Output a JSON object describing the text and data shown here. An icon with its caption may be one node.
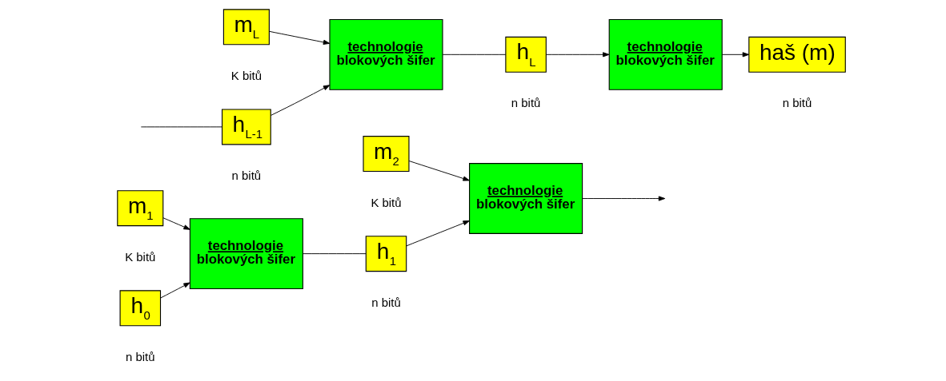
{
  "diagram": {
    "nodes": [
      {
        "text": [
          "m$_{1}$"
        ]
      },
      {
        "text": [
          "m$_{2}$"
        ]
      },
      {
        "text": [
          "m$_{L}$"
        ]
      },
      {
        "text": [
          "technologie",
          "blokových šifer"
        ]
      },
      {
        "text": [
          "technologie",
          "blokových šifer"
        ]
      },
      {
        "text": [
          "technologie",
          "blokových šifer"
        ]
      },
      {
        "text": [
          "technologie",
          "blokových šifer"
        ]
      },
      {
        "text": [
          "h$_{0}$"
        ]
      },
      {
        "text": [
          "h$_{1}$"
        ]
      },
      {
        "text": [
          "h$_{L-1}$"
        ]
      },
      {
        "text": [
          "h$_{L}$"
        ]
      },
      {
        "text": [
          "haš (m)"
        ]
      }
    ],
    "edges": [
      {
        "from": 0,
        "to": 3,
        "arrow": "to"
      },
      {
        "from": 7,
        "to": 3,
        "arrow": "to"
      },
      {
        "from": 3,
        "to": 8,
        "arrow": "none"
      },
      {
        "from": 8,
        "to": 4,
        "arrow": "to"
      },
      {
        "from": 1,
        "to": 4,
        "arrow": "to"
      },
      {
        "from": 4,
        "to": null,
        "arrow": "to"
      },
      {
        "from": null,
        "to": 9,
        "arrow": "none"
      },
      {
        "from": 9,
        "to": 5,
        "arrow": "to"
      },
      {
        "from": 2,
        "to": 5,
        "arrow": "to"
      },
      {
        "from": 5,
        "to": 10,
        "arrow": "none"
      },
      {
        "from": 10,
        "to": 6,
        "arrow": "to"
      },
      {
        "from": 6,
        "to": 11,
        "arrow": "to"
      }
    ],
    "labels": [
      "K bitů",
      "K bitů",
      "K bitů",
      "n bitů",
      "n bitů",
      "n bitů",
      "n bitů",
      "n bitů"
    ]
  }
}
